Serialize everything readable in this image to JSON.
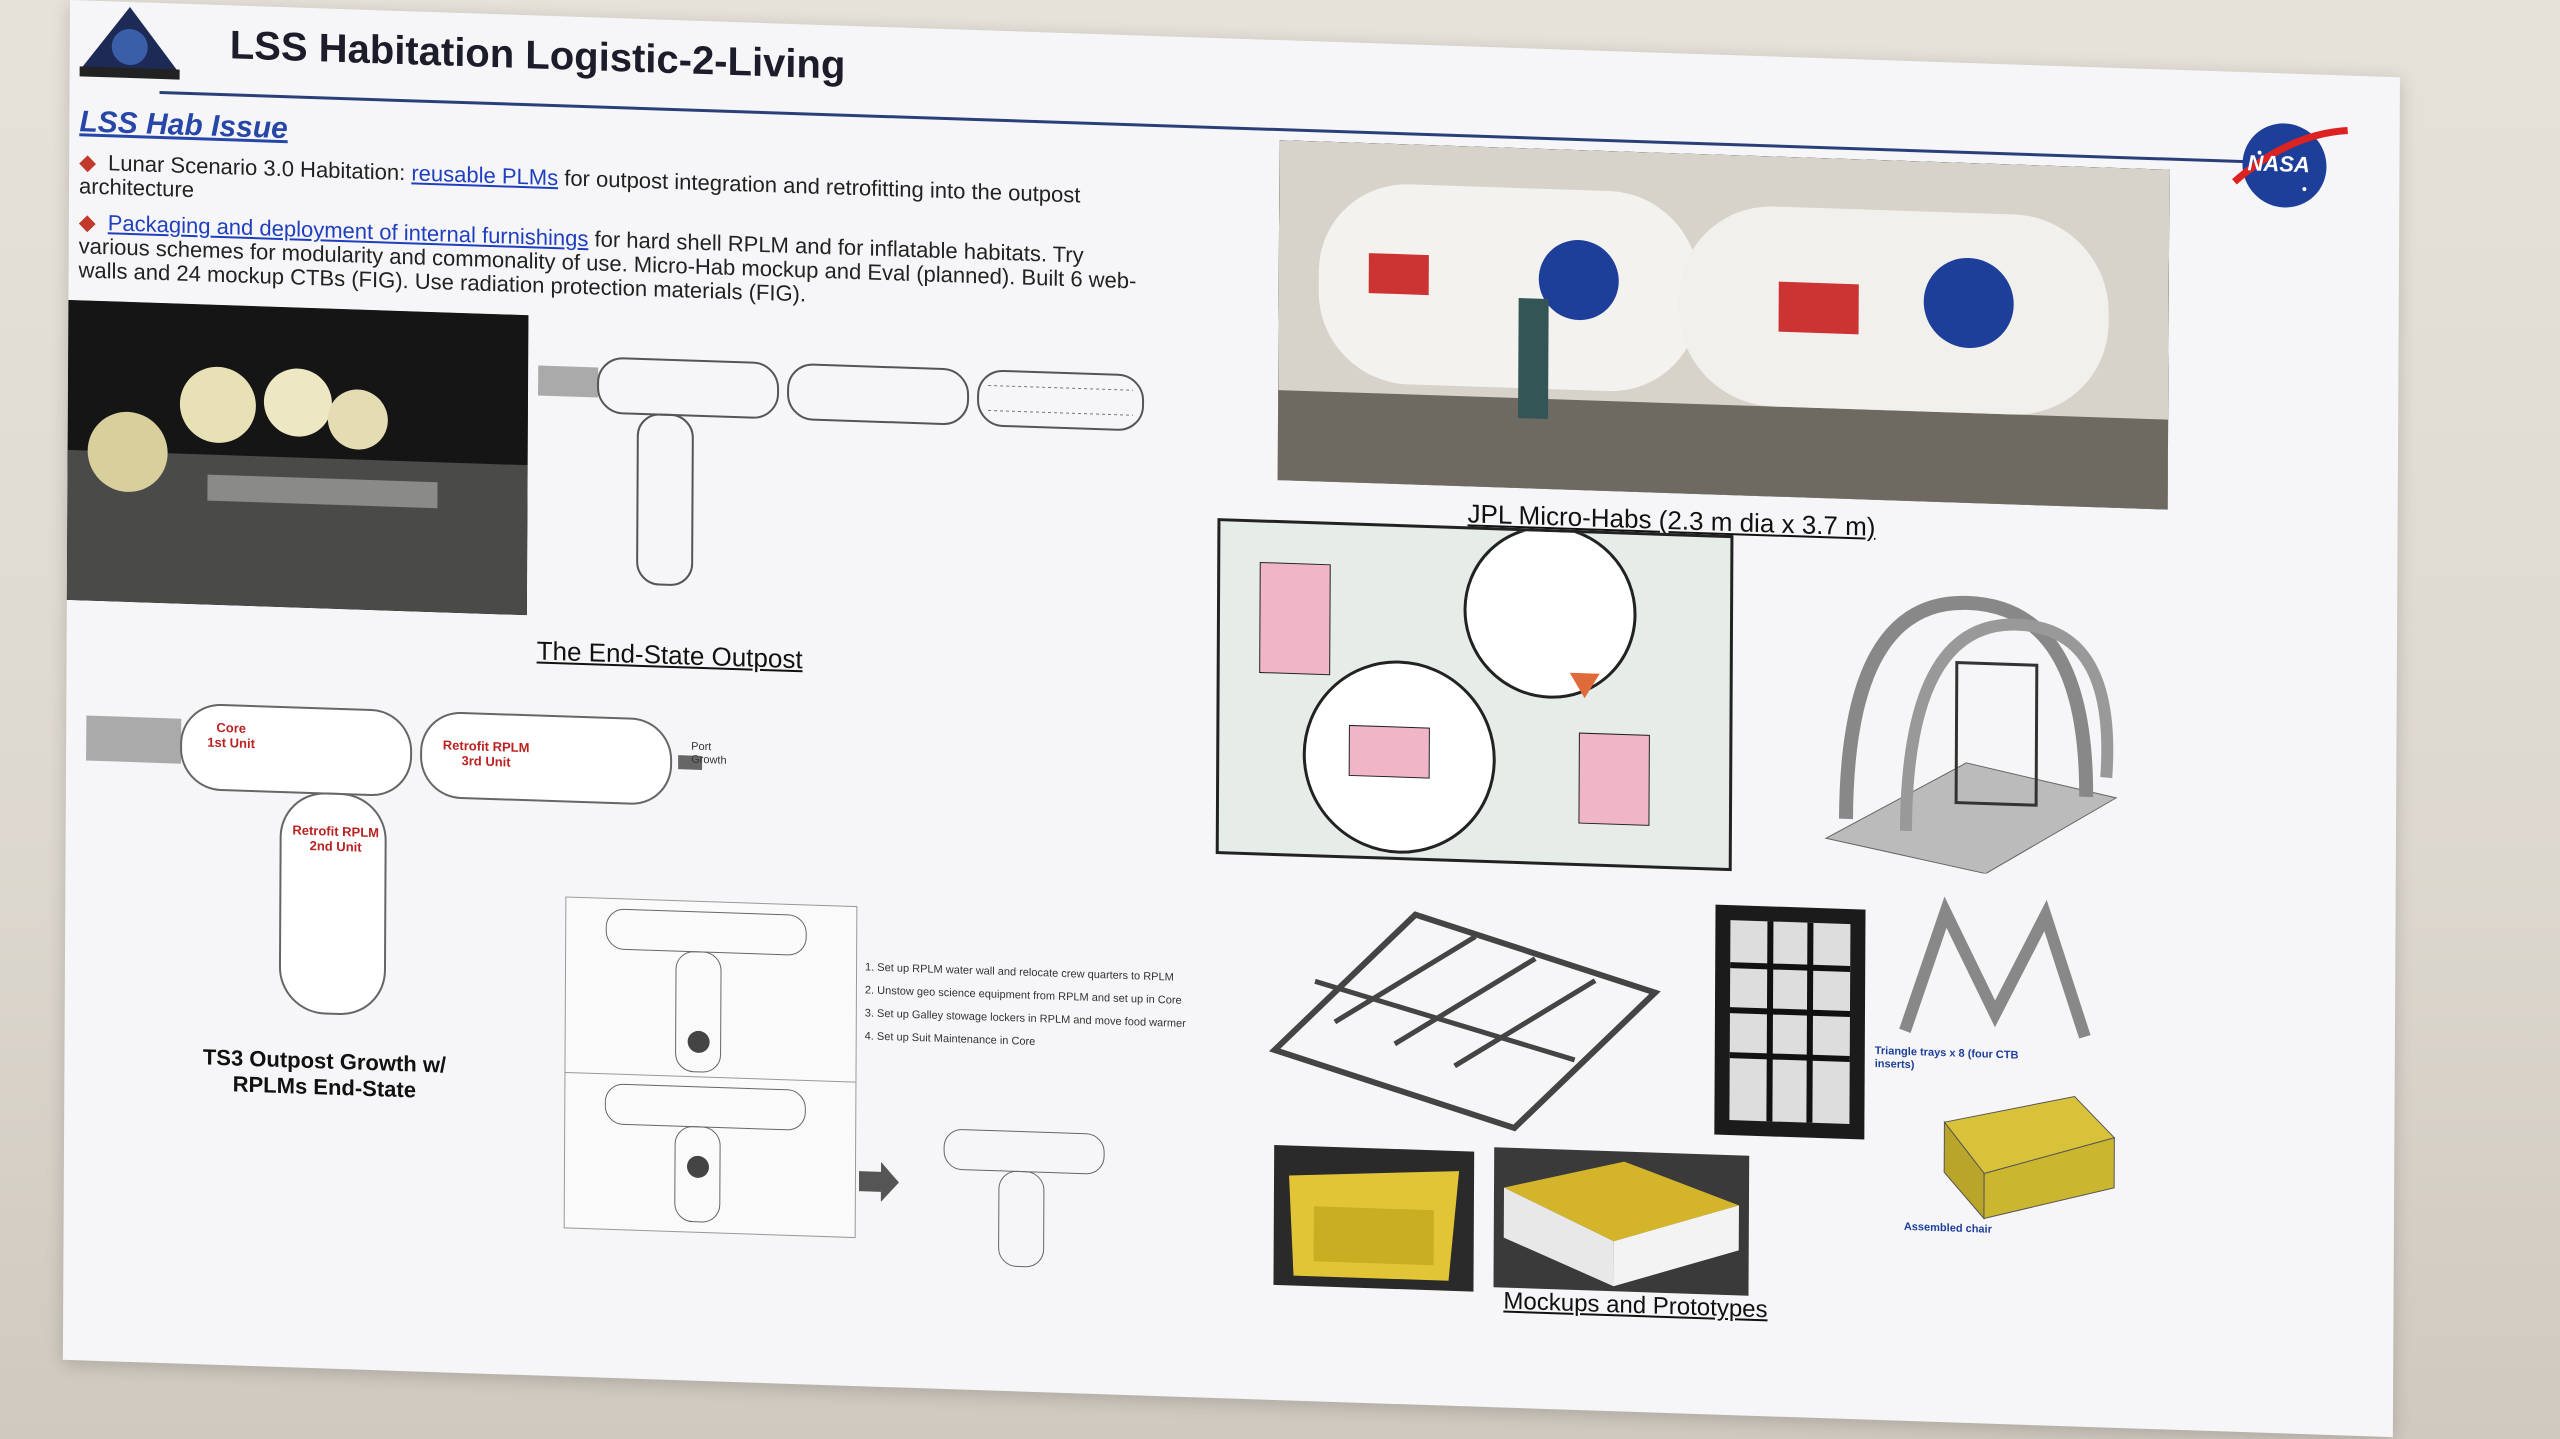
{
  "poster": {
    "title": "LSS Habitation Logistic-2-Living",
    "nasa_logo_text": "NASA",
    "subhead": "LSS Hab Issue",
    "bullets": [
      {
        "prefix": "Lunar Scenario 3.0 Habitation: ",
        "link": "reusable PLMs",
        "suffix": " for outpost integration and retrofitting into the outpost architecture"
      },
      {
        "prefix": "",
        "link": "Packaging and deployment of internal furnishings",
        "suffix": " for hard shell RPLM and for inflatable habitats. Try various schemes for modularity and commonality of use. Micro-Hab mockup and Eval (planned). Built 6 web-walls and 24 mockup CTBs (FIG). Use radiation protection materials (FIG)."
      }
    ],
    "captions": {
      "end_state": "The End-State Outpost",
      "jpl": "JPL Micro-Habs (2.3 m dia x 3.7 m)",
      "ts3_line1": "TS3 Outpost Growth w/",
      "ts3_line2": "RPLMs End-State",
      "mockups": "Mockups and Prototypes"
    },
    "diagram_labels": {
      "core": "Core",
      "core_unit": "1st Unit",
      "retrofit_a": "Retrofit RPLM",
      "retrofit_a_unit": "3rd Unit",
      "retrofit_b": "Retrofit RPLM",
      "retrofit_b_unit": "2nd Unit",
      "port_growth": "Port Growth"
    },
    "steps": [
      "1. Set up RPLM water wall and relocate crew quarters to RPLM",
      "2. Unstow geo science equipment from RPLM and set up in Core",
      "3. Set up Galley stowage lockers in RPLM and move food warmer",
      "4. Set up Suit Maintenance in Core"
    ],
    "fig_labels": {
      "triangle": "Triangle trays x 8 (four CTB inserts)",
      "chair": "Assembled chair"
    },
    "colors": {
      "accent": "#2747a8",
      "bullet": "#c0392b",
      "rule": "#2a3f7a",
      "yellow": "#d8c23a",
      "pink": "#f0b6c8"
    }
  }
}
